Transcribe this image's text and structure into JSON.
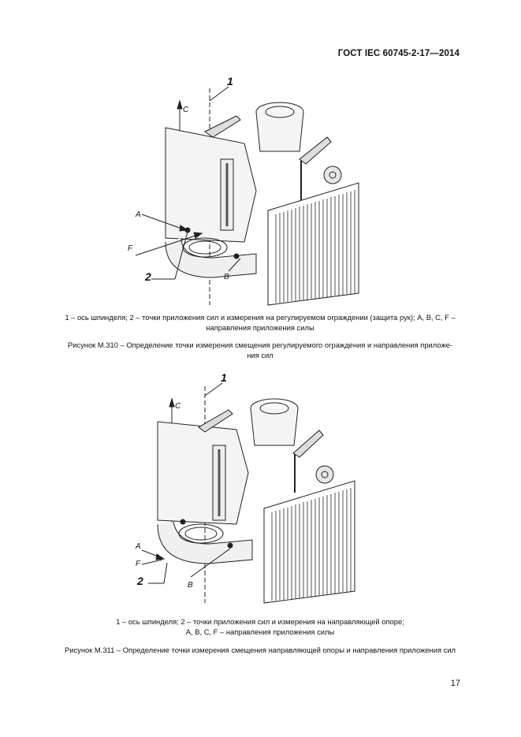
{
  "header": {
    "standard": "ГОСТ IEC 60745-2-17—2014"
  },
  "figure1": {
    "labels": {
      "axis_num": "1",
      "points_num": "2",
      "A": "A",
      "B": "B",
      "C": "C",
      "F": "F"
    },
    "legend_line1": "1 – ось шпинделя; 2 – точки приложения сил и измерения на регулируемом ограждении (защита рук); A, B, C, F –",
    "legend_line2": "направления приложения силы",
    "title_line1": "Рисунок М.310 – Определение точки измерения смещения регулируемого ограждения и направления приложе-",
    "title_line2": "ния сил"
  },
  "figure2": {
    "labels": {
      "axis_num": "1",
      "points_num": "2",
      "A": "A",
      "B": "B",
      "C": "C",
      "F": "F"
    },
    "legend_line1": "1 – ось шпинделя; 2 – точки приложения сил и измерения на направляющей опоре;",
    "legend_line2": "A, B, C, F – направления приложения силы",
    "title_line1": "Рисунок М.311 – Определение точки измерения смещения направляющей опоры и направления приложения сил"
  },
  "page_number": "17"
}
